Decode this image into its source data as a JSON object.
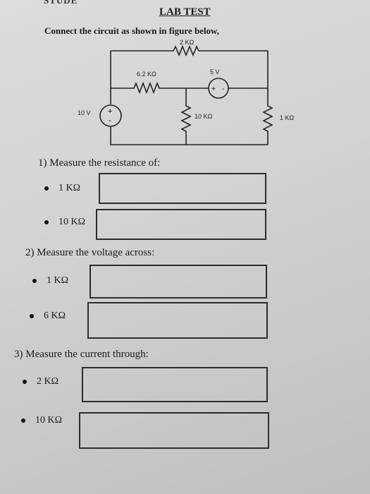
{
  "header": {
    "top_fragment": "STUDE",
    "title": "LAB TEST",
    "instruction": "Connect the circuit as shown in figure below,"
  },
  "circuit": {
    "r_top": "2 KΩ",
    "r_mid": "6.2 KΩ",
    "source_right": "5 V",
    "source_left": "10 V",
    "r_10k": "10 KΩ",
    "r_1k": "1 KΩ",
    "plus_left": "+",
    "minus_left": "-",
    "plus_right": "+",
    "minus_right": "-"
  },
  "questions": [
    {
      "label": "1) Measure the resistance of:",
      "items": [
        "1 KΩ",
        "10 KΩ"
      ]
    },
    {
      "label": "2) Measure the voltage across:",
      "items": [
        "1 KΩ",
        "6 KΩ"
      ]
    },
    {
      "label": "3) Measure the current through:",
      "items": [
        "2 KΩ",
        "10 KΩ"
      ]
    }
  ]
}
